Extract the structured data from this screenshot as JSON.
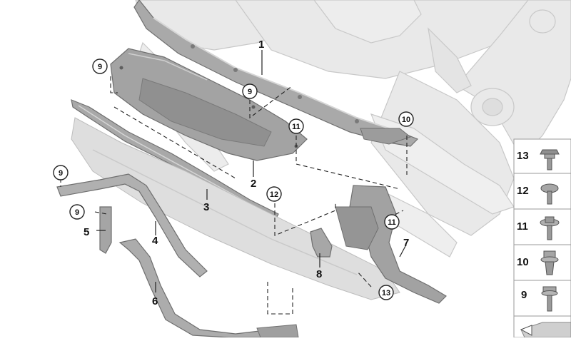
{
  "diagram": {
    "callouts": [
      {
        "id": "c1",
        "label": "1"
      },
      {
        "id": "c2",
        "label": "2"
      },
      {
        "id": "c3",
        "label": "3"
      },
      {
        "id": "c4",
        "label": "4"
      },
      {
        "id": "c5",
        "label": "5"
      },
      {
        "id": "c6",
        "label": "6"
      },
      {
        "id": "c7",
        "label": "7"
      },
      {
        "id": "c8",
        "label": "8"
      }
    ],
    "circled": [
      {
        "id": "k9a",
        "label": "9"
      },
      {
        "id": "k9b",
        "label": "9"
      },
      {
        "id": "k9c",
        "label": "9"
      },
      {
        "id": "k9d",
        "label": "9"
      },
      {
        "id": "k10",
        "label": "10"
      },
      {
        "id": "k11a",
        "label": "11"
      },
      {
        "id": "k11b",
        "label": "11"
      },
      {
        "id": "k12",
        "label": "12"
      },
      {
        "id": "k13",
        "label": "13"
      }
    ],
    "legend": [
      {
        "label": "13",
        "icon": "flange-hex-bolt-icon"
      },
      {
        "label": "12",
        "icon": "round-head-screw-icon"
      },
      {
        "label": "11",
        "icon": "washer-bolt-icon"
      },
      {
        "label": "10",
        "icon": "expanding-rivet-icon"
      },
      {
        "label": "9",
        "icon": "hex-bolt-icon"
      }
    ],
    "colors": {
      "part": "#a6a6a6",
      "part_dark": "#707070",
      "background_body": "#e6e6e6",
      "line": "#222222"
    }
  }
}
